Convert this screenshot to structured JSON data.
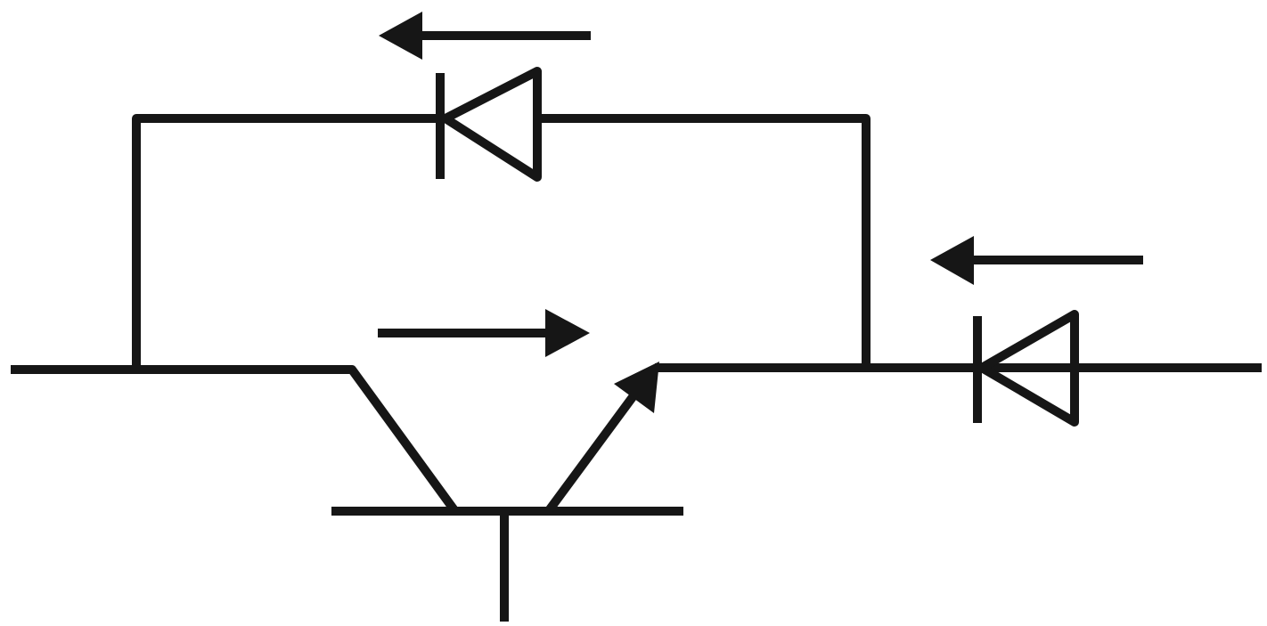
{
  "diagram": {
    "type": "circuit-schematic",
    "components": [
      "transistor",
      "antiparallel-diode",
      "series-diode"
    ],
    "arrows": [
      "current-reverse-top",
      "current-forward-middle",
      "current-reverse-right"
    ]
  },
  "colors": {
    "ink": "#161616",
    "background": "#ffffff"
  }
}
